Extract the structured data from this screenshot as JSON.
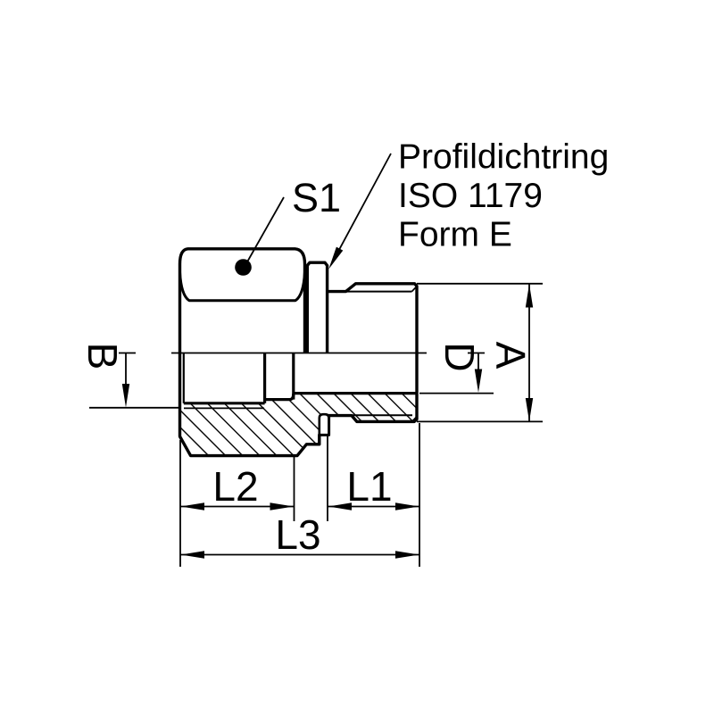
{
  "drawing": {
    "type": "technical-section-drawing",
    "annotation": {
      "line1": "Profildichtring",
      "line2": "ISO 1179",
      "line3": "Form E"
    },
    "labels": {
      "s1": "S1",
      "b": "B",
      "d": "D",
      "a": "A",
      "l1": "L1",
      "l2": "L2",
      "l3": "L3"
    },
    "colors": {
      "line": "#000000",
      "background": "#ffffff"
    }
  }
}
